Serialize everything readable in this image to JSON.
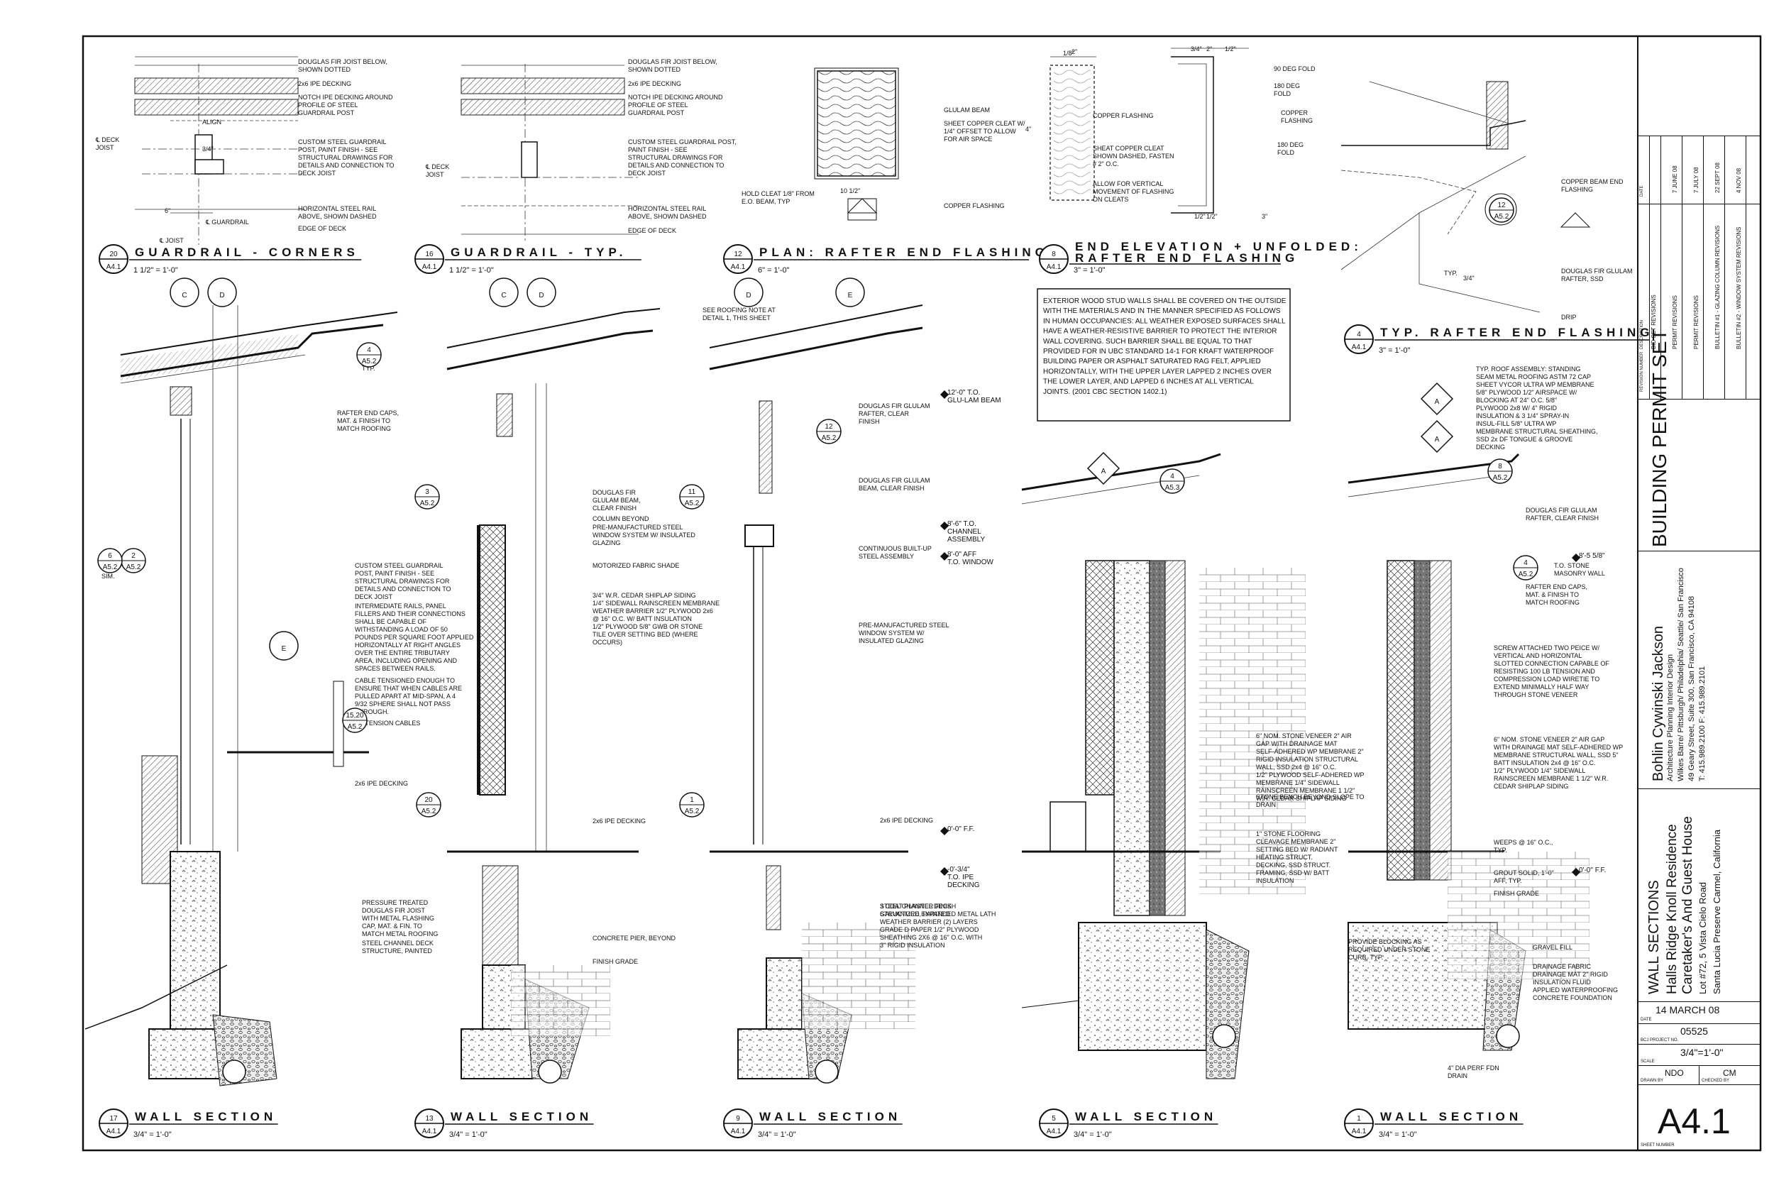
{
  "details": [
    {
      "num": "20",
      "sheet": "A4.1",
      "title": "GUARDRAIL - CORNERS",
      "scale": "1 1/2\" = 1'-0\""
    },
    {
      "num": "16",
      "sheet": "A4.1",
      "title": "GUARDRAIL - TYP.",
      "scale": "1 1/2\" = 1'-0\""
    },
    {
      "num": "12",
      "sheet": "A4.1",
      "title": "PLAN: RAFTER END FLASHING",
      "scale": "6\" = 1'-0\""
    },
    {
      "num": "8",
      "sheet": "A4.1",
      "title": "END ELEVATION + UNFOLDED: RAFTER END FLASHING",
      "scale": "3\" = 1'-0\""
    },
    {
      "num": "4",
      "sheet": "A4.1",
      "title": "TYP. RAFTER END FLASHING",
      "scale": "3\" = 1'-0\""
    },
    {
      "num": "17",
      "sheet": "A4.1",
      "title": "WALL SECTION",
      "scale": "3/4\" = 1'-0\""
    },
    {
      "num": "13",
      "sheet": "A4.1",
      "title": "WALL SECTION",
      "scale": "3/4\" = 1'-0\""
    },
    {
      "num": "9",
      "sheet": "A4.1",
      "title": "WALL SECTION",
      "scale": "3/4\" = 1'-0\""
    },
    {
      "num": "5",
      "sheet": "A4.1",
      "title": "WALL SECTION",
      "scale": "3/4\" = 1'-0\""
    },
    {
      "num": "1",
      "sheet": "A4.1",
      "title": "WALL SECTION",
      "scale": "3/4\" = 1'-0\""
    }
  ],
  "notes": {
    "d20": [
      "DOUGLAS FIR JOIST BELOW, SHOWN DOTTED",
      "2x6 IPE DECKING",
      "NOTCH IPE DECKING AROUND PROFILE OF STEEL GUARDRAIL POST",
      "CUSTOM STEEL GUARDRAIL POST, PAINT FINISH - SEE STRUCTURAL DRAWINGS FOR DETAILS AND CONNECTION TO DECK JOIST",
      "HORIZONTAL STEEL RAIL ABOVE, SHOWN DASHED",
      "EDGE OF DECK",
      "℄ DECK JOIST",
      "℄ GUARDRAIL",
      "℄ JOIST",
      "ALIGN"
    ],
    "d16": [
      "DOUGLAS FIR JOIST BELOW, SHOWN DOTTED",
      "2x6 IPE DECKING",
      "NOTCH IPE DECKING AROUND PROFILE OF STEEL GUARDRAIL POST",
      "CUSTOM STEEL GUARDRAIL POST, PAINT FINISH - SEE STRUCTURAL DRAWINGS FOR DETAILS AND CONNECTION TO DECK JOIST",
      "HORIZONTAL STEEL RAIL ABOVE, SHOWN DASHED",
      "EDGE OF DECK",
      "℄ DECK JOIST"
    ],
    "d12": [
      "GLULAM BEAM",
      "SHEET COPPER CLEAT W/ 1/4\" OFFSET TO ALLOW FOR AIR SPACE",
      "COPPER FLASHING",
      "HOLD CLEAT 1/8\" FROM E.O. BEAM, TYP"
    ],
    "d8": [
      "90 DEG FOLD",
      "180 DEG FOLD",
      "COPPER FLASHING",
      "180 DEG FOLD",
      "COPPER FLASHING",
      "SHEAT COPPER CLEAT SHOWN DASHED, FASTEN # 2\" O.C.",
      "ALLOW FOR VERTICAL MOVEMENT OF FLASHING ON CLEATS"
    ],
    "d4": [
      "COPPER BEAM END FLASHING",
      "DOUGLAS FIR GLULAM RAFTER, SSD",
      "DRIP",
      "TYP."
    ],
    "code": "EXTERIOR WOOD STUD WALLS SHALL BE COVERED ON THE OUTSIDE WITH THE MATERIALS AND IN THE MANNER SPECIFIED AS FOLLOWS IN HUMAN OCCUPANCIES: ALL WEATHER EXPOSED SURFACES SHALL HAVE A WEATHER-RESISTIVE BARRIER TO PROTECT THE INTERIOR WALL COVERING. SUCH BARRIER SHALL BE EQUAL TO THAT PROVIDED FOR IN UBC STANDARD 14-1 FOR KRAFT WATERPROOF BUILDING PAPER OR ASPHALT SATURATED RAG FELT, APPLIED HORIZONTALLY, WITH THE UPPER LAYER LAPPED 2 INCHES OVER THE LOWER LAYER, AND LAPPED 6 INCHES AT ALL VERTICAL JOINTS. (2001 CBC SECTION 1402.1)",
    "ws17": [
      "RAFTER END CAPS, MAT. & FINISH TO MATCH ROOFING",
      "CUSTOM STEEL GUARDRAIL POST, PAINT FINISH - SEE STRUCTURAL DRAWINGS FOR DETAILS AND CONNECTION TO DECK JOIST",
      "INTERMEDIATE RAILS, PANEL FILLERS AND THEIR CONNECTIONS SHALL BE CAPABLE OF WITHSTANDING A LOAD OF 50 POUNDS PER SQUARE FOOT APPLIED HORIZONTALLY AT RIGHT ANGLES OVER THE ENTIRE TRIBUTARY AREA, INCLUDING OPENING AND SPACES BETWEEN RAILS.",
      "CABLE TENSIONED ENOUGH TO ENSURE THAT WHEN CABLES ARE PULLED APART AT MID-SPAN, A 4 9/32 SPHERE SHALL NOT PASS THROUGH.",
      "SS TENSION CABLES",
      "2x6 IPE DECKING",
      "PRESSURE TREATED DOUGLAS FIR JOIST WITH METAL FLASHING CAP, MAT. & FIN. TO MATCH METAL ROOFING",
      "STEEL CHANNEL DECK STRUCTURE, PAINTED",
      "TYP.",
      "SIM."
    ],
    "ws13": [
      "DOUGLAS FIR GLULAM BEAM, CLEAR FINISH",
      "COLUMN BEYOND",
      "PRE-MANUFACTURED STEEL WINDOW SYSTEM W/ INSULATED GLAZING",
      "MOTORIZED FABRIC SHADE",
      "3/4\" W.R. CEDAR SHIPLAP SIDING 1/4\" SIDEWALL RAINSCREEN MEMBRANE WEATHER BARRIER 1/2\" PLYWOOD 2x6 @ 16\" O.C. W/ BATT INSULATION 1/2\" PLYWOOD 5/8\" GWB OR STONE TILE OVER SETTING BED (WHERE OCCURS)",
      "2x6 IPE DECKING",
      "CONCRETE PIER, BEYOND",
      "FINISH GRADE"
    ],
    "ws9": [
      "SEE ROOFING NOTE AT DETAIL 1, THIS SHEET",
      "DOUGLAS FIR GLULAM RAFTER, CLEAR FINISH",
      "DOUGLAS FIR GLULAM BEAM, CLEAR FINISH",
      "CONTINUOUS BUILT-UP STEEL ASSEMBLY",
      "PRE-MANUFACTURED STEEL WINDOW SYSTEM W/ INSULATED GLAZING",
      "2x6 IPE DECKING",
      "STEEL CHANNEL DECK STRUCTURE, PAINTED",
      "3 COAT PLASTER FINISH GALVANIZED EXPANDED METAL LATH WEATHER BARRIER (2) LAYERS GRADE D PAPER 1/2\" PLYWOOD SHEATHING 2X6 @ 16\" O.C. WITH 3\" RIGID INSULATION"
    ],
    "ws5": [
      "6\" NOM. STONE VENEER 2\" AIR GAP WITH DRAINAGE MAT SELF-ADHERED WP MEMBRANE 2\" RIGID INSULATION STRUCTURAL WALL, SSD 2x4 @ 16\" O.C. 1/2\" PLYWOOD SELF-ADHERED WP MEMBRANE 1/4\" SIDEWALL RAINSCREEN MEMBRANE 1 1/2\" W.R. CEDAR SHIPLAP SIDING",
      "STONE BENCH BEYOND SLOPE TO DRAIN",
      "1\" STONE FLOORING CLEAVAGE MEMBRANE 2\" SETTING BED W/ RADIANT HEATING STRUCT. DECKING, SSD STRUCT. FRAMING, SSD W/ BATT INSULATION"
    ],
    "ws1": [
      "TYP. ROOF ASSEMBLY: STANDING SEAM METAL ROOFING ASTM 72 CAP SHEET VYCOR ULTRA WP MEMBRANE 5/8\" PLYWOOD 1/2\" AIRSPACE W/ BLOCKING AT 24\" O.C. 5/8\" PLYWOOD 2x8 W/ 4\" RIGID INSULATION & 3 1/4\" SPRAY-IN INSUL-FILL 5/8\" ULTRA WP MEMBRANE STRUCTURAL SHEATHING, SSD 2x DF TONGUE & GROOVE DECKING",
      "DOUGLAS FIR GLULAM RAFTER, CLEAR FINISH",
      "RAFTER END CAPS, MAT. & FINISH TO MATCH ROOFING",
      "T.O. STONE MASONRY WALL",
      "SCREW ATTACHED TWO PEICE W/ VERTICAL AND HORIZONTAL SLOTTED CONNECTION CAPABLE OF RESISTING 100 LB TENSION AND COMPRESSION LOAD WIRETIE TO EXTEND MINIMALLY HALF WAY THROUGH STONE VENEER",
      "6\" NOM. STONE VENEER 2\" AIR GAP WITH DRAINAGE MAT SELF-ADHERED WP MEMBRANE STRUCTURAL WALL, SSD 5\" BATT INSULATION 2x4 @ 16\" O.C. 1/2\" PLYWOOD 1/4\" SIDEWALL RAINSCREEN MEMBRANE 1 1/2\" W.R. CEDAR SHIPLAP SIDING",
      "WEEPS @ 16\" O.C., TYP.",
      "GROUT SOLID, 1'-0\" AFF, TYP.",
      "FINISH GRADE",
      "PROVIDE BLOCKING AS REQUIRED UNDER STONE CURB, TYP.",
      "GRAVEL FILL",
      "DRAINAGE FABRIC DRAINAGE MAT 2\" RIGID INSULATION FLUID APPLIED WATERPROOFING CONCRETE FOUNDATION",
      "4\" DIA PERF FDN DRAIN"
    ],
    "elevations": [
      "12'-0\" T.O. GLU-LAM BEAM",
      "8'-6\" T.O. CHANNEL ASSEMBLY",
      "8'-0\" AFF T.O. WINDOW",
      "0'-0\" F.F.",
      "-0'-3/4\" T.O. IPE DECKING",
      "8'-5 5/8\"",
      "0'-0\" F.F."
    ],
    "grid": [
      "C",
      "D",
      "C",
      "D",
      "D",
      "E",
      "A",
      "A",
      "A",
      "E"
    ],
    "dims": [
      "6\"",
      "3/4\"",
      "2\"",
      "3/4\"",
      "2\"",
      "1/2\"",
      "1/2\"",
      "1/2\"",
      "3\"",
      "3/4\"",
      "1/8\"",
      "10 1/2\"",
      "4\""
    ],
    "refs": [
      "4",
      "A5.2",
      "3",
      "A5.2",
      "2",
      "A5.2",
      "6",
      "A5.2",
      "20",
      "A5.2",
      "15,20",
      "A5.2",
      "12",
      "A5.2",
      "11",
      "A5.2",
      "1",
      "A5.2",
      "4",
      "A5.3",
      "8",
      "A5.2",
      "4",
      "A5.2",
      "12",
      "A5.2"
    ]
  },
  "title_block": {
    "revisions": [
      {
        "desc": "BID SET REVISIONS",
        "date": ""
      },
      {
        "desc": "PERMIT REVISIONS",
        "date": "7 JUNE 08"
      },
      {
        "desc": "PERMIT REVISIONS",
        "date": "7 JULY 08"
      },
      {
        "desc": "BULLETIN #1 - GLAZING COLUMN REVISIONS",
        "date": "22 SEPT 08"
      },
      {
        "desc": "BULLETIN #2 - WINDOW SYSTEM REVISIONS",
        "date": "4 NOV 08"
      }
    ],
    "rev_headers": {
      "revision": "REVISION NUMBER",
      "description": "DESCRIPTION",
      "date": "DATE"
    },
    "set_name": "BUILDING PERMIT SET",
    "firm": "Bohlin Cywinski Jackson",
    "firm_sub": "Architecture Planning Interior Design",
    "firm_offices": "Wilkes Barre/ Pittsburgh/ Philadelphia/ Seattle/ San Francisco",
    "firm_address": "49 Geary Street, Suite 300, San Francisco, CA 94108",
    "firm_phone": "T: 415.989.2100  F: 415.989.2101",
    "sheet_title": "WALL SECTIONS",
    "project_1": "Halls Ridge Knoll Residence",
    "project_2": "Caretaker's And Guest House",
    "project_addr1": "Lot #72, 5 Vista Cielo Road",
    "project_addr2": "Santa Lucia Preserve Carmel, California",
    "date": "14 MARCH 08",
    "date_label": "DATE",
    "project_no": "05525",
    "project_no_label": "BCJ PROJECT NO.",
    "scale": "3/4\"=1'-0\"",
    "scale_label": "SCALE",
    "drawn_by": "NDO",
    "drawn_label": "DRAWN BY",
    "checked_by": "CM",
    "checked_label": "CHECKED BY",
    "sheet_number": "A4.1",
    "sheet_number_label": "SHEET NUMBER"
  }
}
